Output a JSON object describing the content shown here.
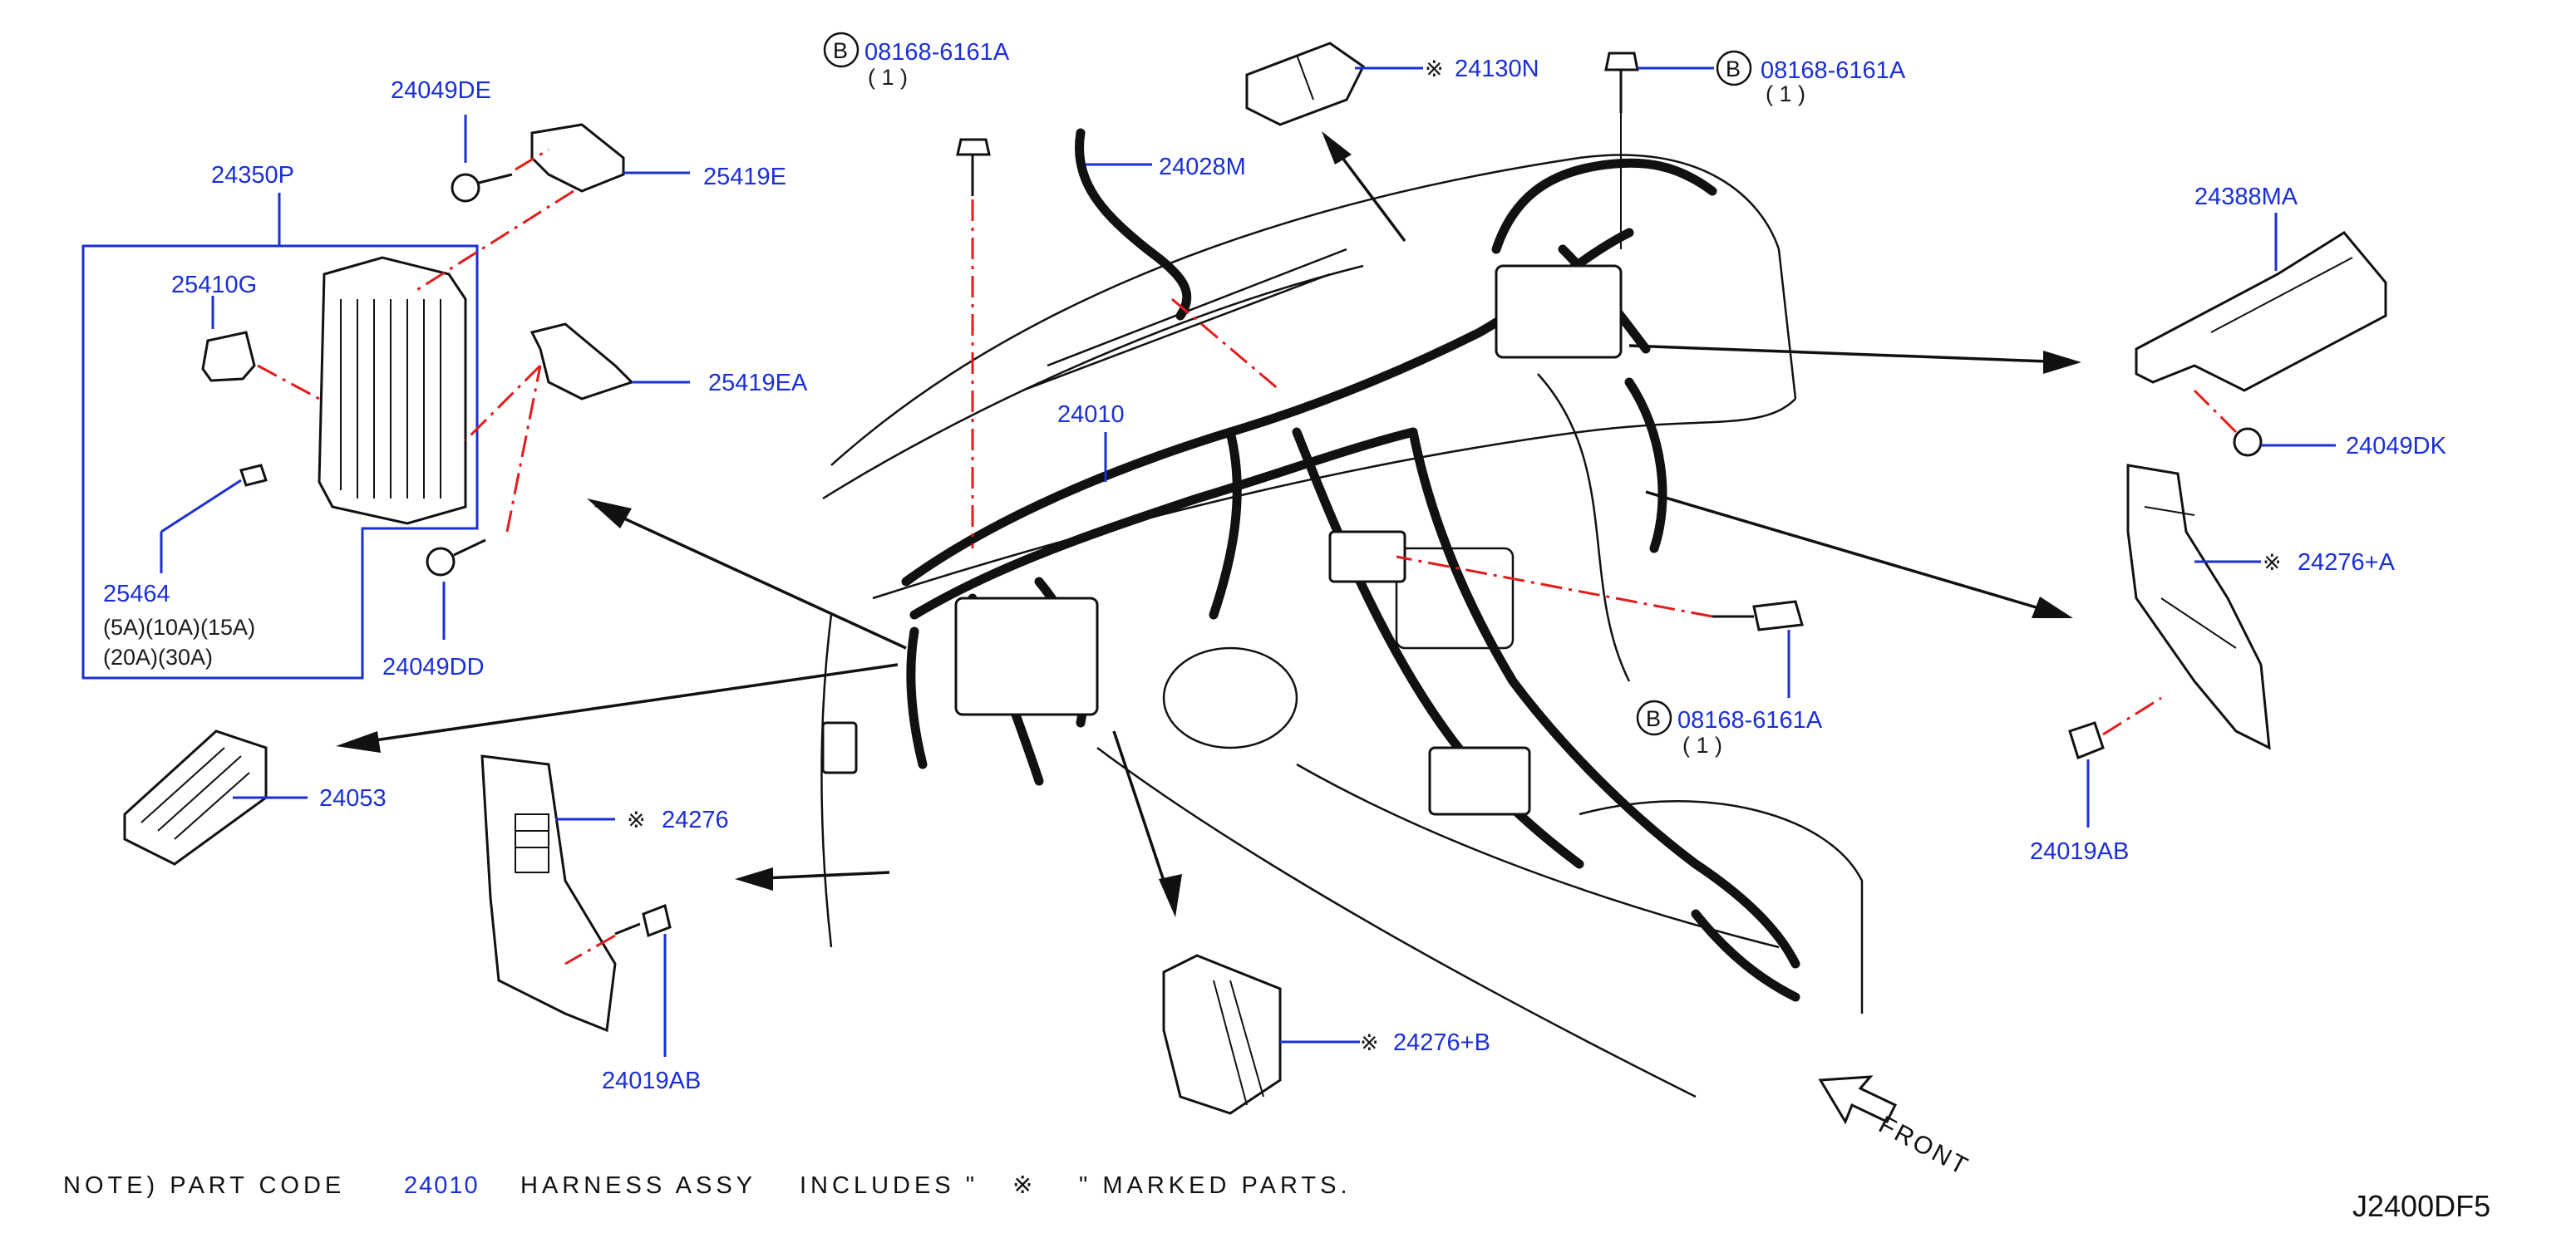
{
  "labels": {
    "p24049DE": "24049DE",
    "p24350P": "24350P",
    "p25419E": "25419E",
    "p25410G": "25410G",
    "p25419EA": "25419EA",
    "p25464": "25464",
    "p25464_amps1": "(5A)(10A)(15A)",
    "p25464_amps2": "(20A)(30A)",
    "p24049DD": "24049DD",
    "p24053": "24053",
    "p24276": "24276",
    "p24019AB_left": "24019AB",
    "p24276B": "24276+B",
    "p08168_top": "08168-6161A",
    "p08168_top_qty": "( 1 )",
    "p24028M": "24028M",
    "p24130N": "24130N",
    "p08168_right": "08168-6161A",
    "p08168_right_qty": "( 1 )",
    "p24010": "24010",
    "p08168_mid": "08168-6161A",
    "p08168_mid_qty": "( 1 )",
    "p24388MA": "24388MA",
    "p24049DK": "24049DK",
    "p24276A": "24276+A",
    "p24019AB_right": "24019AB",
    "bolt_symbol": "B",
    "marked_symbol": "※",
    "front": "FRONT"
  },
  "note": {
    "prefix": "NOTE)   PART  CODE",
    "code": "24010",
    "middle": "HARNESS  ASSY",
    "includes": "INCLUDES \"",
    "symbol": "※",
    "suffix": "\" MARKED  PARTS."
  },
  "diagram_ref": "J2400DF5",
  "colors": {
    "label_blue": "#1a2fd6",
    "dash_red": "#e31b1b",
    "line_black": "#111111"
  }
}
